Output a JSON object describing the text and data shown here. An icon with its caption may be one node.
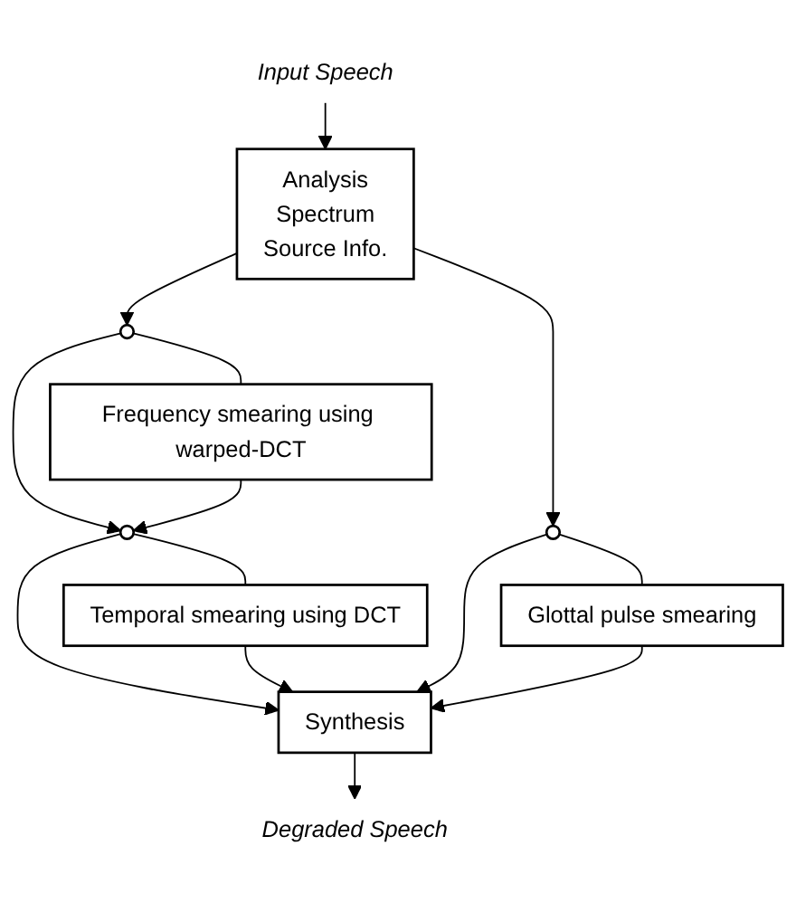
{
  "diagram": {
    "nodes": [
      {
        "text": [
          "Input Speech"
        ]
      },
      {
        "text": [
          "Analysis",
          "Spectrum",
          "Source Info."
        ]
      },
      {
        "text": [],
        "shape": "circle"
      },
      {
        "text": [
          "Frequency smearing using warped-DCT"
        ]
      },
      {
        "text": [],
        "shape": "circle"
      },
      {
        "text": [
          "Temporal smearing using DCT"
        ]
      },
      {
        "text": [],
        "shape": "circle"
      },
      {
        "text": [
          "Glottal pulse smearing"
        ]
      },
      {
        "text": [
          "Synthesis"
        ]
      },
      {
        "text": [
          "Degraded Speech"
        ]
      }
    ],
    "edges": [
      {
        "from": 0,
        "to": 1,
        "arrow": "to"
      },
      {
        "from": 1,
        "to": 2,
        "arrow": "to"
      },
      {
        "from": 2,
        "to": 3,
        "arrow": "none"
      },
      {
        "from": 2,
        "to": 4,
        "arrow": "to"
      },
      {
        "from": 3,
        "to": 4,
        "arrow": "to"
      },
      {
        "from": 4,
        "to": 5,
        "arrow": "none"
      },
      {
        "from": 4,
        "to": 8,
        "arrow": "to"
      },
      {
        "from": 5,
        "to": 8,
        "arrow": "to"
      },
      {
        "from": 1,
        "to": 6,
        "arrow": "to"
      },
      {
        "from": 6,
        "to": 7,
        "arrow": "none"
      },
      {
        "from": 6,
        "to": 8,
        "arrow": "to"
      },
      {
        "from": 7,
        "to": 8,
        "arrow": "to"
      },
      {
        "from": 8,
        "to": 9,
        "arrow": "to"
      }
    ]
  }
}
